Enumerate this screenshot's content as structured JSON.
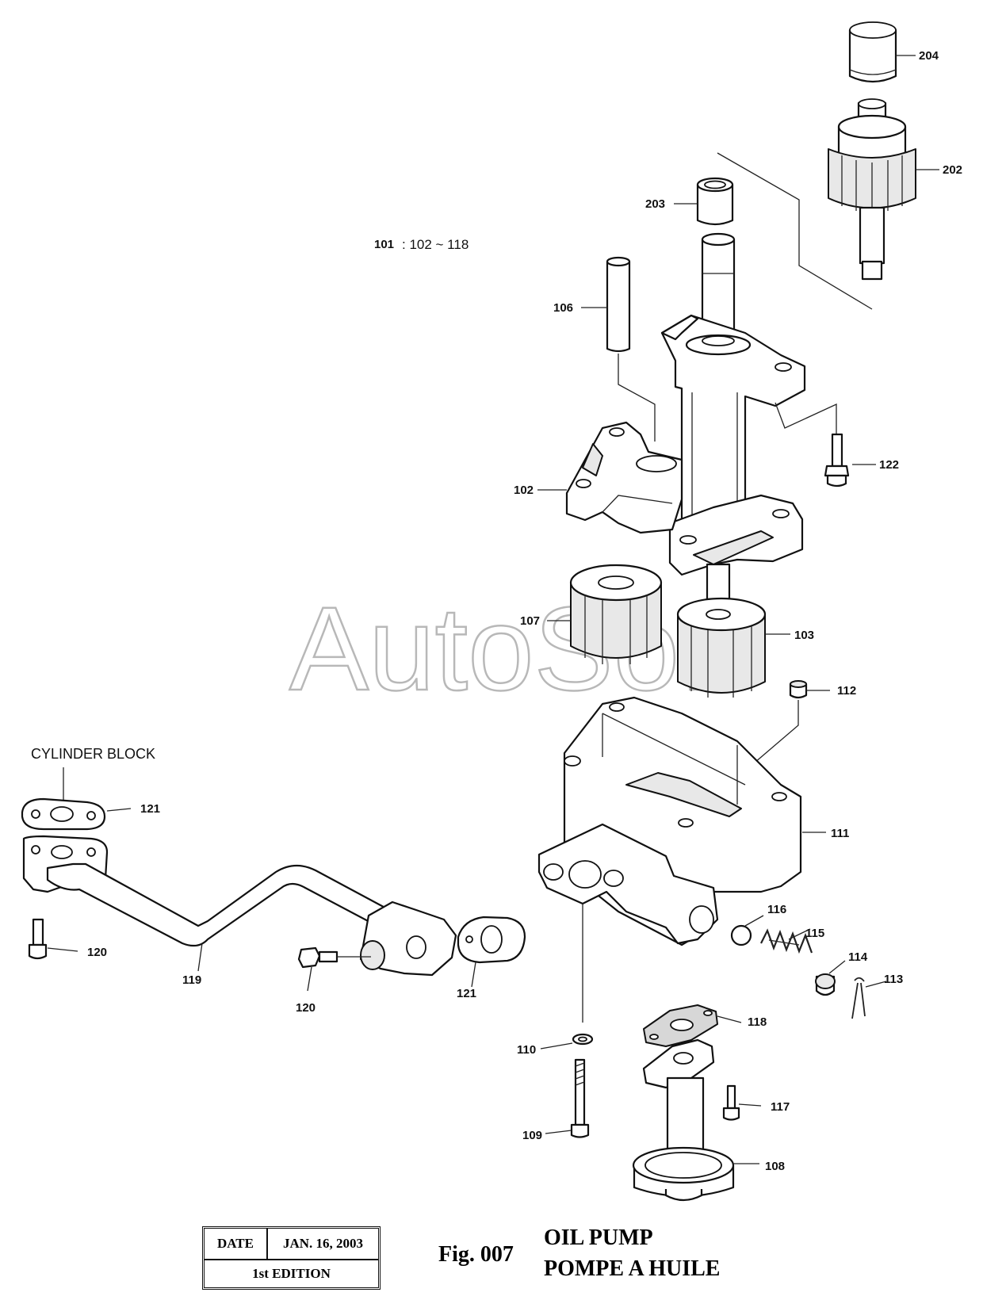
{
  "watermark": "AutoSoft",
  "assembly_note": {
    "part": "101",
    "range": ": 102 ~ 118"
  },
  "reference_label": "CYLINDER BLOCK",
  "callouts": {
    "c204": "204",
    "c202": "202",
    "c203": "203",
    "c106": "106",
    "c122": "122",
    "c102": "102",
    "c107": "107",
    "c103": "103",
    "c112": "112",
    "c111": "111",
    "c121a": "121",
    "c120a": "120",
    "c119": "119",
    "c120b": "120",
    "c121b": "121",
    "c116": "116",
    "c115": "115",
    "c114": "114",
    "c113": "113",
    "c118": "118",
    "c110": "110",
    "c117": "117",
    "c109": "109",
    "c108": "108"
  },
  "title_block": {
    "date_label": "DATE",
    "date_value": "JAN. 16, 2003",
    "edition": "1st EDITION"
  },
  "figure": {
    "number": "Fig. 007",
    "title_en": "OIL PUMP",
    "title_fr": "POMPE A HUILE"
  }
}
